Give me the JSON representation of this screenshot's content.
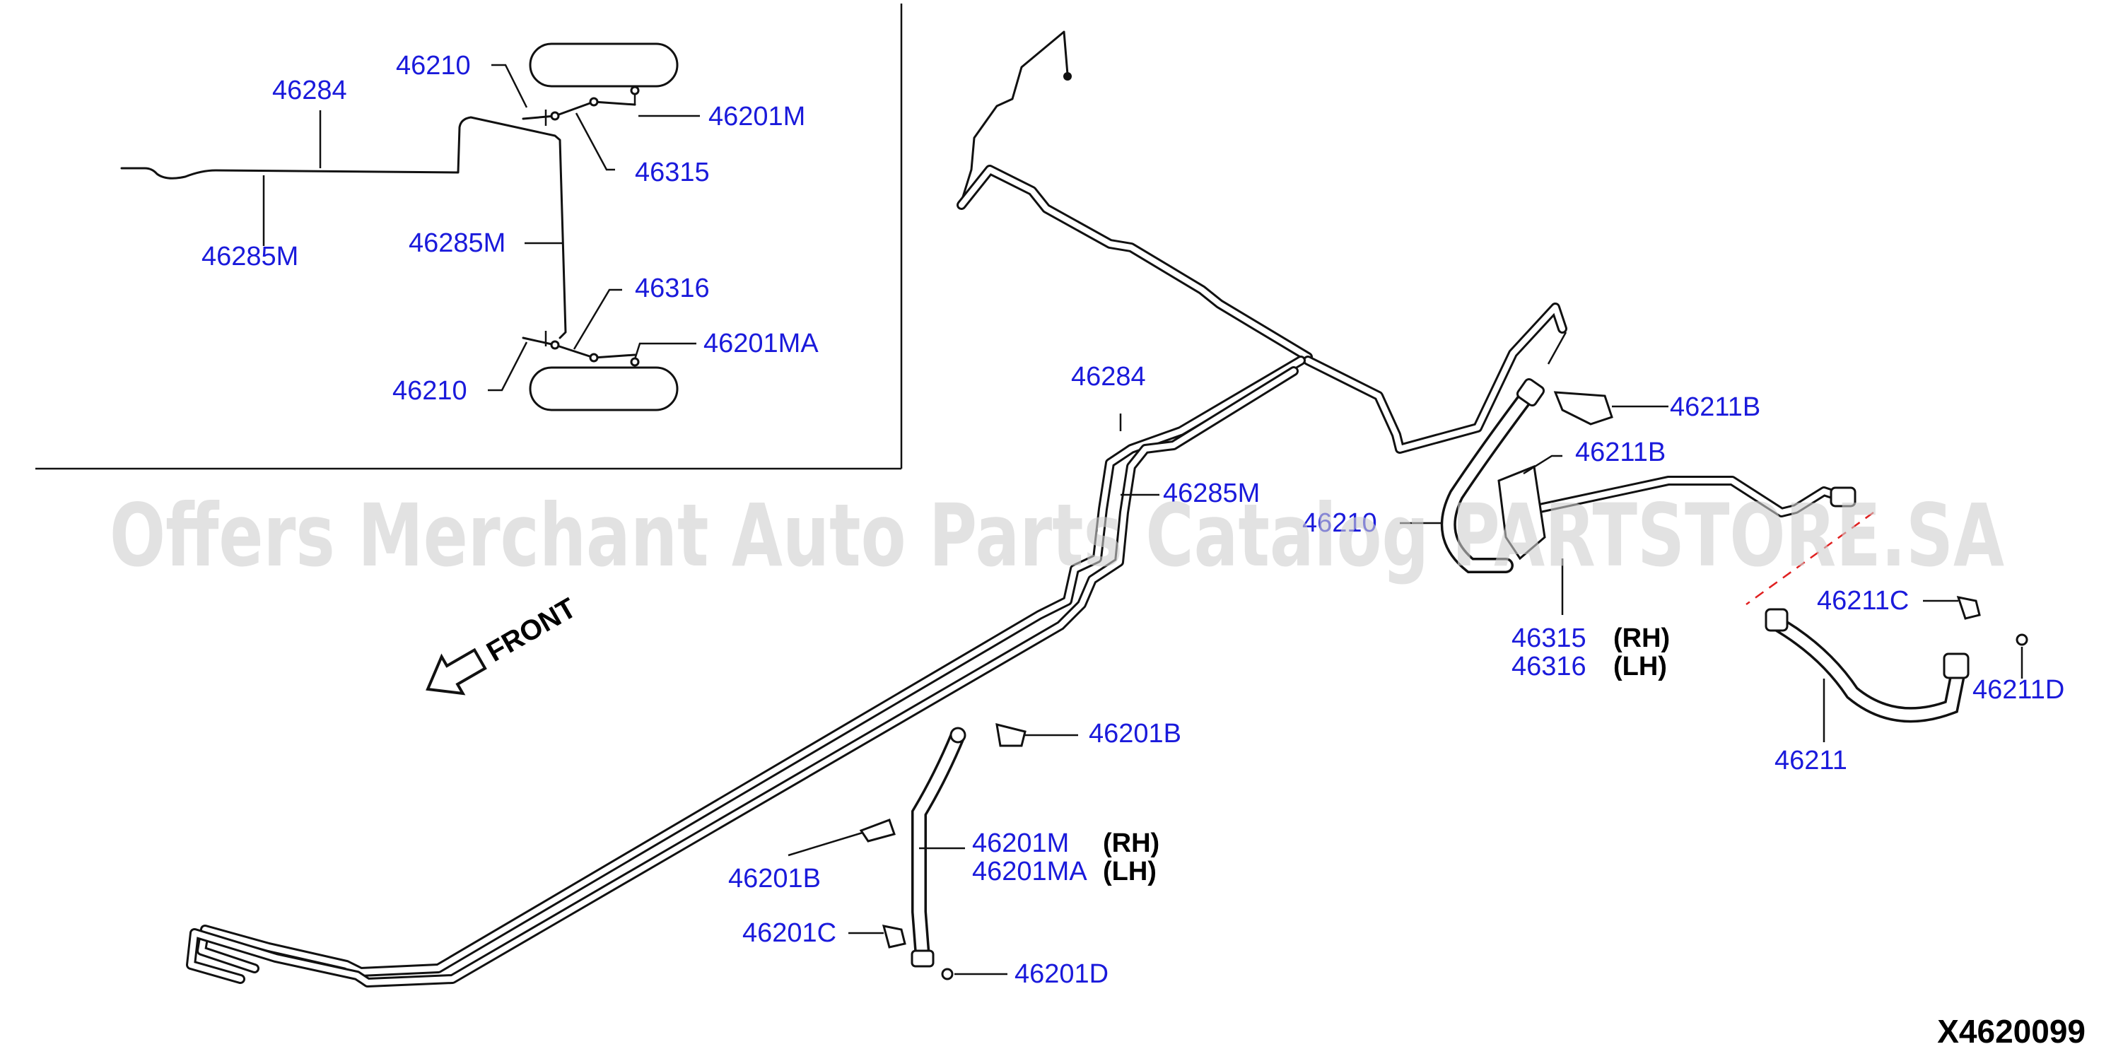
{
  "inset": {
    "labels": {
      "p46210_top": "46210",
      "p46284": "46284",
      "p46201M": "46201M",
      "p46315": "46315",
      "p46285M": "46285M",
      "p46285M_left": "46285M",
      "p46316": "46316",
      "p46201MA": "46201MA",
      "p46210_bot": "46210"
    }
  },
  "main": {
    "labels": {
      "p46284": "46284",
      "p46285M": "46285M",
      "p46211B_top": "46211B",
      "p46211B_mid": "46211B",
      "p46210": "46210",
      "p46315": "46315",
      "p46316": "46316",
      "p46211C": "46211C",
      "p46211D": "46211D",
      "p46211": "46211",
      "p46201B_top": "46201B",
      "p46201M": "46201M",
      "p46201MA": "46201MA",
      "p46201B_bot": "46201B",
      "p46201C": "46201C",
      "p46201D": "46201D"
    },
    "side_labels": {
      "rh_rear": "(RH)",
      "lh_rear": "(LH)",
      "rh_front": "(RH)",
      "lh_front": "(LH)"
    },
    "front_label": "FRONT"
  },
  "watermark": "Offers Merchant Auto Parts Catalog PARTSTORE.SA",
  "diagram_code": "X4620099",
  "colors": {
    "callout": "#1a1adb",
    "line": "#111111",
    "dashed_guide": "#e02020",
    "watermark": "#cfcfcf"
  }
}
